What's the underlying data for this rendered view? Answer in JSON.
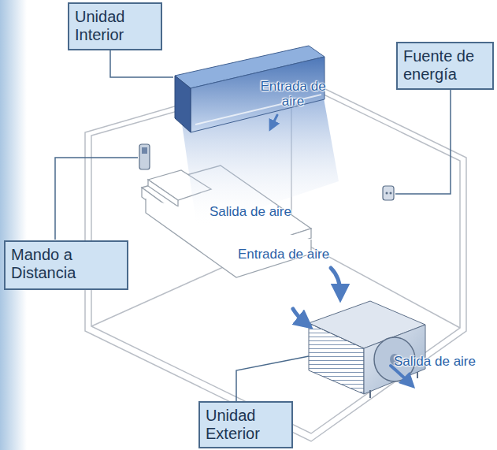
{
  "diagram": {
    "nodes": [
      {
        "text": [
          "Unidad Interior"
        ]
      },
      {
        "text": [
          "Fuente de energía"
        ]
      },
      {
        "text": [
          "Mando a Distancia"
        ]
      },
      {
        "text": [
          "Unidad Exterior"
        ]
      }
    ],
    "labels": [
      "Entrada de aire",
      "Salida de aire",
      "Entrada de aire",
      "Salida de aire"
    ]
  }
}
